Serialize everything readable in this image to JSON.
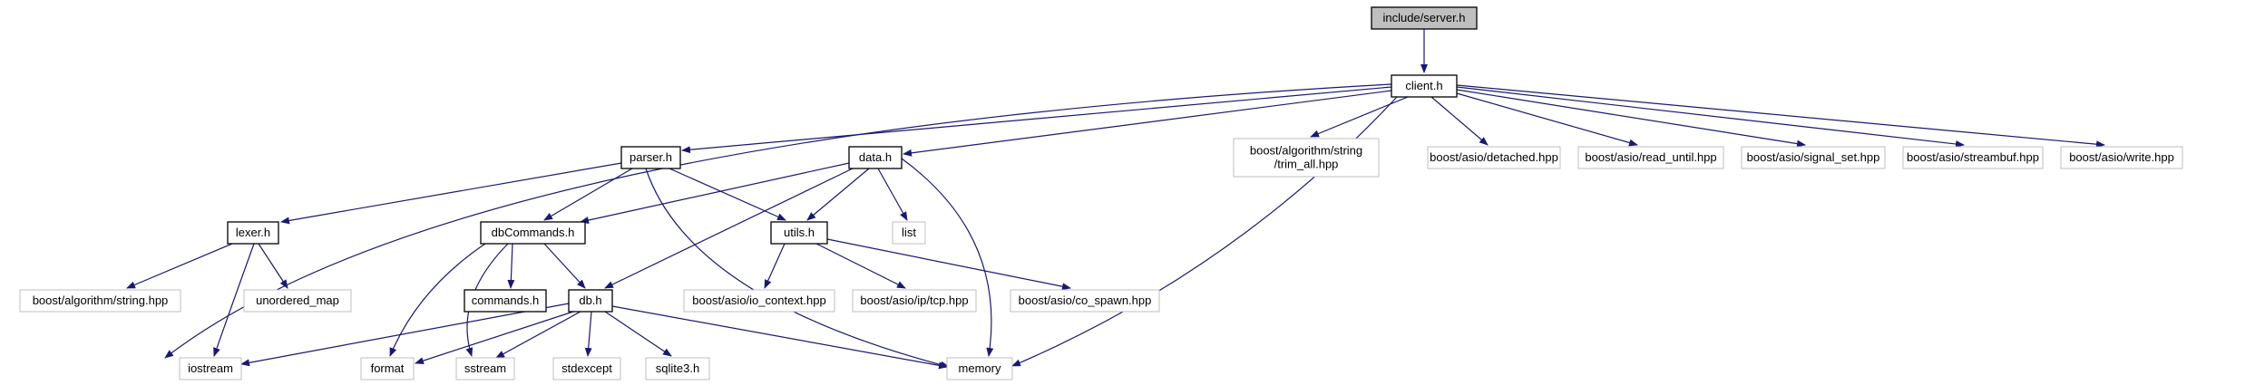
{
  "diagram": {
    "colors": {
      "edge": "#191970",
      "node_border_documented": "#000000",
      "node_border_external": "#bfbfbf",
      "root_fill": "#bfbfbf",
      "node_fill": "#ffffff"
    },
    "nodes": [
      {
        "id": "server",
        "lines": [
          "include/server.h"
        ],
        "kind": "root"
      },
      {
        "id": "client",
        "lines": [
          "client.h"
        ],
        "kind": "documented"
      },
      {
        "id": "parser",
        "lines": [
          "parser.h"
        ],
        "kind": "documented"
      },
      {
        "id": "data",
        "lines": [
          "data.h"
        ],
        "kind": "documented"
      },
      {
        "id": "trim_all",
        "lines": [
          "boost/algorithm/string",
          "/trim_all.hpp"
        ],
        "kind": "external"
      },
      {
        "id": "detached",
        "lines": [
          "boost/asio/detached.hpp"
        ],
        "kind": "external"
      },
      {
        "id": "read_until",
        "lines": [
          "boost/asio/read_until.hpp"
        ],
        "kind": "external"
      },
      {
        "id": "signal_set",
        "lines": [
          "boost/asio/signal_set.hpp"
        ],
        "kind": "external"
      },
      {
        "id": "streambuf",
        "lines": [
          "boost/asio/streambuf.hpp"
        ],
        "kind": "external"
      },
      {
        "id": "write",
        "lines": [
          "boost/asio/write.hpp"
        ],
        "kind": "external"
      },
      {
        "id": "lexer",
        "lines": [
          "lexer.h"
        ],
        "kind": "documented"
      },
      {
        "id": "dbCommands",
        "lines": [
          "dbCommands.h"
        ],
        "kind": "documented"
      },
      {
        "id": "utils",
        "lines": [
          "utils.h"
        ],
        "kind": "documented"
      },
      {
        "id": "list",
        "lines": [
          "list"
        ],
        "kind": "external"
      },
      {
        "id": "alg_string",
        "lines": [
          "boost/algorithm/string.hpp"
        ],
        "kind": "external"
      },
      {
        "id": "unordered_map",
        "lines": [
          "unordered_map"
        ],
        "kind": "external"
      },
      {
        "id": "commands",
        "lines": [
          "commands.h"
        ],
        "kind": "documented"
      },
      {
        "id": "db",
        "lines": [
          "db.h"
        ],
        "kind": "documented"
      },
      {
        "id": "io_context",
        "lines": [
          "boost/asio/io_context.hpp"
        ],
        "kind": "external"
      },
      {
        "id": "tcp",
        "lines": [
          "boost/asio/ip/tcp.hpp"
        ],
        "kind": "external"
      },
      {
        "id": "co_spawn",
        "lines": [
          "boost/asio/co_spawn.hpp"
        ],
        "kind": "external"
      },
      {
        "id": "iostream",
        "lines": [
          "iostream"
        ],
        "kind": "external"
      },
      {
        "id": "format",
        "lines": [
          "format"
        ],
        "kind": "external"
      },
      {
        "id": "sstream",
        "lines": [
          "sstream"
        ],
        "kind": "external"
      },
      {
        "id": "stdexcept",
        "lines": [
          "stdexcept"
        ],
        "kind": "external"
      },
      {
        "id": "sqlite3",
        "lines": [
          "sqlite3.h"
        ],
        "kind": "external"
      },
      {
        "id": "memory",
        "lines": [
          "memory"
        ],
        "kind": "external"
      }
    ],
    "edges": [
      {
        "from": "server",
        "to": "client"
      },
      {
        "from": "client",
        "to": "iostream"
      },
      {
        "from": "client",
        "to": "parser"
      },
      {
        "from": "client",
        "to": "data"
      },
      {
        "from": "client",
        "to": "memory"
      },
      {
        "from": "client",
        "to": "trim_all"
      },
      {
        "from": "client",
        "to": "detached"
      },
      {
        "from": "client",
        "to": "read_until"
      },
      {
        "from": "client",
        "to": "signal_set"
      },
      {
        "from": "client",
        "to": "streambuf"
      },
      {
        "from": "client",
        "to": "write"
      },
      {
        "from": "parser",
        "to": "lexer"
      },
      {
        "from": "parser",
        "to": "dbCommands"
      },
      {
        "from": "parser",
        "to": "utils"
      },
      {
        "from": "parser",
        "to": "memory"
      },
      {
        "from": "data",
        "to": "dbCommands"
      },
      {
        "from": "data",
        "to": "utils"
      },
      {
        "from": "data",
        "to": "list"
      },
      {
        "from": "data",
        "to": "db"
      },
      {
        "from": "data",
        "to": "memory"
      },
      {
        "from": "lexer",
        "to": "alg_string"
      },
      {
        "from": "lexer",
        "to": "unordered_map"
      },
      {
        "from": "lexer",
        "to": "iostream"
      },
      {
        "from": "dbCommands",
        "to": "commands"
      },
      {
        "from": "dbCommands",
        "to": "db"
      },
      {
        "from": "dbCommands",
        "to": "format"
      },
      {
        "from": "dbCommands",
        "to": "sstream"
      },
      {
        "from": "utils",
        "to": "io_context"
      },
      {
        "from": "utils",
        "to": "tcp"
      },
      {
        "from": "utils",
        "to": "co_spawn"
      },
      {
        "from": "db",
        "to": "iostream"
      },
      {
        "from": "db",
        "to": "format"
      },
      {
        "from": "db",
        "to": "sstream"
      },
      {
        "from": "db",
        "to": "stdexcept"
      },
      {
        "from": "db",
        "to": "sqlite3"
      },
      {
        "from": "db",
        "to": "memory"
      }
    ]
  }
}
